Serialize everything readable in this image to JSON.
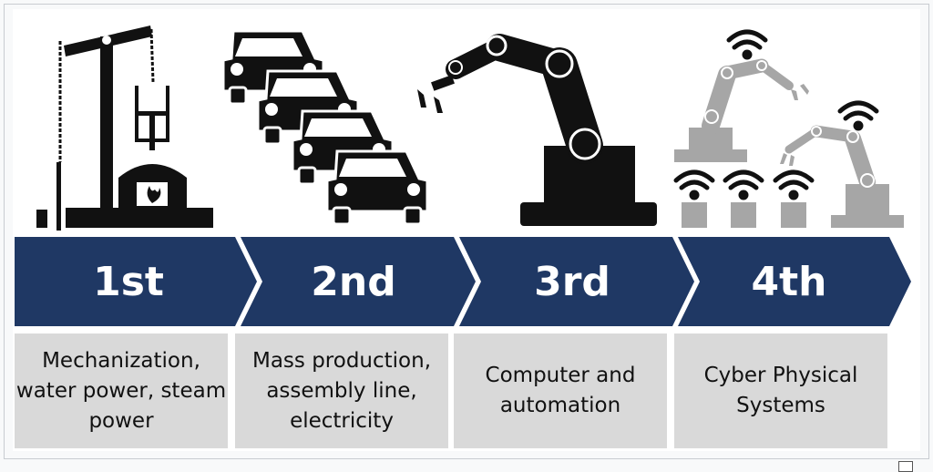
{
  "colors": {
    "arrow": "#1f3864",
    "box": "#d9d9d9",
    "icon_dark": "#111111",
    "icon_grey": "#a6a6a6"
  },
  "stages": [
    {
      "label": "1st",
      "description": "Mechanization,\nwater power, steam\npower",
      "icon": "oil-pump-furnace-icon"
    },
    {
      "label": "2nd",
      "description": "Mass production,\nassembly line,\nelectricity",
      "icon": "car-assembly-line-icon"
    },
    {
      "label": "3rd",
      "description": "Computer and\nautomation",
      "icon": "robot-arm-icon"
    },
    {
      "label": "4th",
      "description": "Cyber Physical\nSystems",
      "icon": "networked-robots-icon"
    }
  ]
}
